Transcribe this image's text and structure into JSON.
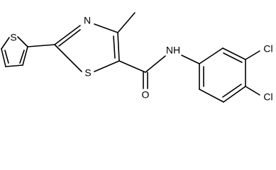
{
  "molecule": {
    "atom_labels": {
      "s_thiophene": "S",
      "n_thiazole": "N",
      "s_thiazole": "S",
      "o_carbonyl": "O",
      "nh_amide": "NH",
      "cl_meta": "Cl",
      "cl_para": "Cl"
    }
  }
}
